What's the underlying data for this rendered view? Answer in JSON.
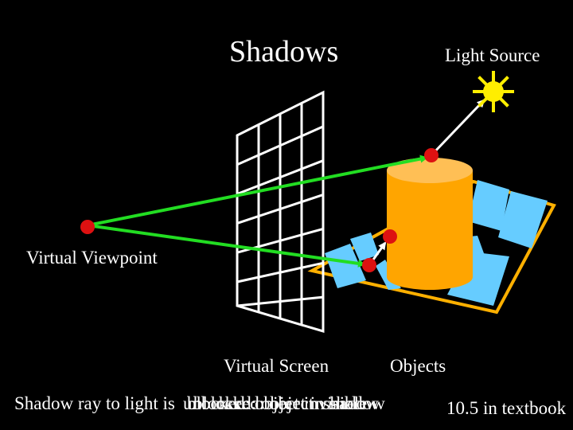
{
  "title": "Shadows",
  "labels": {
    "light_source": "Light Source",
    "virtual_viewpoint": "Virtual Viewpoint",
    "virtual_screen": "Virtual Screen",
    "objects": "Objects"
  },
  "caption": {
    "prefix": "Shadow ray to light is",
    "overlapping_phrases": [
      "unblocked: object visible",
      "blocked: object in shadow",
      "blocked: object in shadow"
    ]
  },
  "reference": "10.5 in textbook",
  "colors": {
    "background": "#000000",
    "text": "#ffffff",
    "eye_ray": "#22dd22",
    "shadow_ray": "#ffffff",
    "point": "#dd1111",
    "light": "#ffee00",
    "cylinder": "#ffa500",
    "cylinder_top": "#ffbf55",
    "floor": "#000000",
    "floor_border": "#ffb000",
    "tiles": "#66ccff",
    "screen_grid": "#ffffff"
  },
  "icons": {
    "light": "sun-icon"
  }
}
